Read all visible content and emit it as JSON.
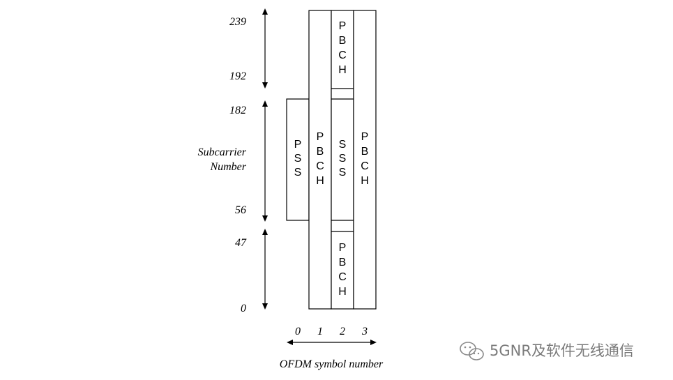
{
  "y_axis": {
    "ticks": [
      "239",
      "192",
      "182",
      "56",
      "47",
      "0"
    ],
    "title_line1": "Subcarrier",
    "title_line2": "Number"
  },
  "x_axis": {
    "ticks": [
      "0",
      "1",
      "2",
      "3"
    ],
    "title": "OFDM symbol number"
  },
  "blocks": {
    "pss": [
      "P",
      "S",
      "S"
    ],
    "pbch_sym1": [
      "P",
      "B",
      "C",
      "H"
    ],
    "pbch_sym2_top": [
      "P",
      "B",
      "C",
      "H"
    ],
    "sss": [
      "S",
      "S",
      "S"
    ],
    "pbch_sym2_bottom": [
      "P",
      "B",
      "C",
      "H"
    ],
    "pbch_sym3": [
      "P",
      "B",
      "C",
      "H"
    ]
  },
  "watermark": {
    "text": "5GNR及软件无线通信",
    "icon": "wechat-icon"
  }
}
